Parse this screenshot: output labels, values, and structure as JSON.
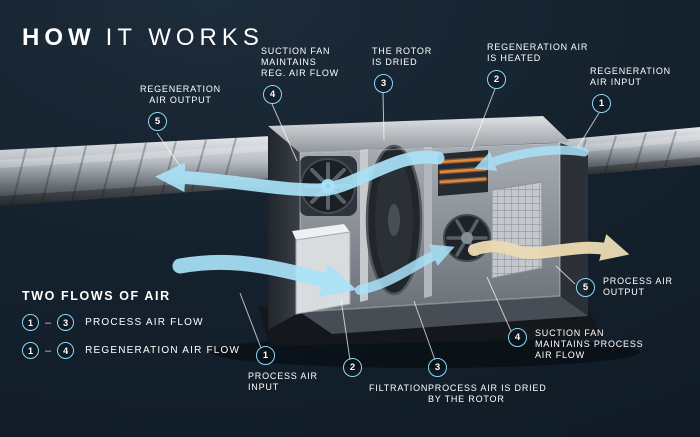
{
  "title": {
    "emphasis": "HOW",
    "rest": "IT WORKS"
  },
  "colors": {
    "background": "#15222e",
    "accent_blue": "#8ed8f5",
    "airflow_blue": "#a9e2f8",
    "heater_orange": "#e2873c",
    "process_out_tan": "#ecdcb4",
    "text": "#ffffff"
  },
  "callouts": [
    {
      "num": "5",
      "label": "REGENERATION\nAIR OUTPUT"
    },
    {
      "num": "4",
      "label": "SUCTION FAN\nMAINTAINS\nREG. AIR FLOW"
    },
    {
      "num": "3",
      "label": "THE ROTOR\nIS DRIED"
    },
    {
      "num": "2",
      "label": "REGENERATION AIR\nIS HEATED"
    },
    {
      "num": "1",
      "label": "REGENERATION\nAIR INPUT"
    },
    {
      "num": "5",
      "label": "PROCESS AIR\nOUTPUT"
    },
    {
      "num": "4",
      "label": "SUCTION FAN\nMAINTAINS PROCESS\nAIR FLOW"
    },
    {
      "num": "3",
      "label": "PROCESS AIR IS DRIED\nBY THE ROTOR"
    },
    {
      "num": "2",
      "label": "FILTRATION"
    },
    {
      "num": "1",
      "label": "PROCESS AIR\nINPUT"
    }
  ],
  "legend": {
    "title": "TWO FLOWS OF AIR",
    "range_dash": "–",
    "rows": [
      {
        "from": "1",
        "to": "3",
        "label": "PROCESS AIR FLOW"
      },
      {
        "from": "1",
        "to": "4",
        "label": "REGENERATION AIR FLOW"
      }
    ]
  }
}
